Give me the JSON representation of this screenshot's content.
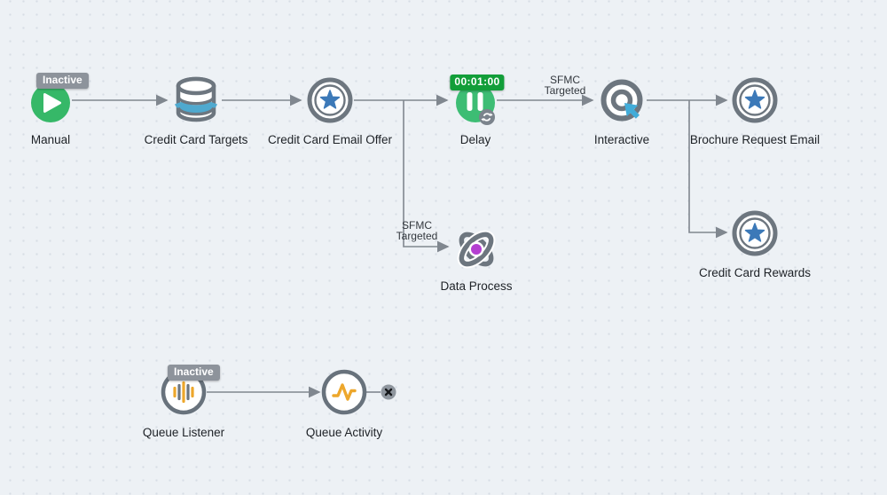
{
  "canvas": {
    "description": "workflow journey canvas with dot grid"
  },
  "colors": {
    "background": "#edf1f5",
    "grid_dot": "#d7dde5",
    "icon_gray": "#6d767f",
    "connector_gray": "#80878f",
    "badge_gray": "#8d939b",
    "green_play": "#36b868",
    "green_delay": "#3dbd74",
    "green_timer_badge": "#129e39",
    "star_blue": "#3c79b8",
    "band_blue": "#4fa9cf",
    "cursor_blue": "#41acd9",
    "orange": "#eda72c",
    "purple": "#b43fd1",
    "label_text": "#1d2126"
  },
  "nodes": [
    {
      "id": "manual",
      "label": "Manual",
      "icon": "play-icon",
      "badge": "Inactive"
    },
    {
      "id": "credit-card-targets",
      "label": "Credit Card Targets",
      "icon": "database-icon"
    },
    {
      "id": "credit-card-email-offer",
      "label": "Credit Card Email Offer",
      "icon": "star-ring-icon"
    },
    {
      "id": "delay",
      "label": "Delay",
      "icon": "pause-icon",
      "badge": "00:01:00"
    },
    {
      "id": "interactive",
      "label": "Interactive",
      "icon": "target-cursor-icon"
    },
    {
      "id": "brochure-request-email",
      "label": "Brochure Request Email",
      "icon": "star-ring-icon"
    },
    {
      "id": "credit-card-rewards",
      "label": "Credit Card Rewards",
      "icon": "star-ring-icon"
    },
    {
      "id": "data-process",
      "label": "Data Process",
      "icon": "atom-icon"
    },
    {
      "id": "queue-listener",
      "label": "Queue Listener",
      "icon": "audio-bars-icon",
      "badge": "Inactive"
    },
    {
      "id": "queue-activity",
      "label": "Queue Activity",
      "icon": "activity-pulse-icon",
      "delete_badge": "x"
    }
  ],
  "edge_labels": [
    {
      "id": "sfmc-targeted-upper",
      "text": "SFMC Targeted"
    },
    {
      "id": "sfmc-targeted-lower",
      "text": "SFMC Targeted"
    }
  ]
}
